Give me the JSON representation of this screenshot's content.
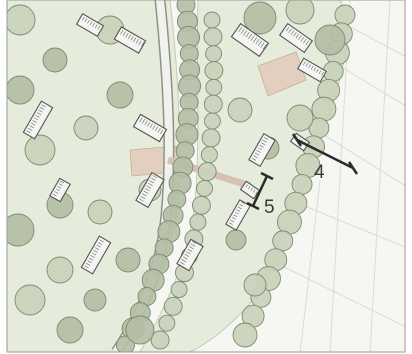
{
  "map": {
    "colors": {
      "paper": "#f6f7f3",
      "lawn": "#e6ecdb",
      "field": "#eeefea",
      "tree_fill": "#c9d1bb",
      "tree_fill_dark": "#b4bea5",
      "tree_stroke": "#7d8a72",
      "plaza": "#e3cfc0",
      "building": "#f4f4f2",
      "building_stroke": "#555555",
      "road": "#f1f2ee",
      "road_edge": "#8d9486",
      "ink": "#2b2b2b"
    },
    "section_markers": [
      {
        "id": "4",
        "label": "4"
      },
      {
        "id": "5",
        "label": "5"
      }
    ]
  }
}
